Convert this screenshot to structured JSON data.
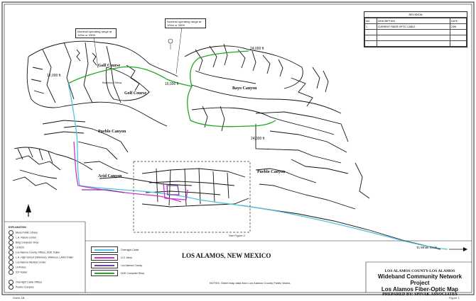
{
  "map_title": "LOS ALAMOS, NEW MEXICO",
  "areas": [
    {
      "id": "golf-course-1",
      "text": "Golf Course"
    },
    {
      "id": "golf-course-2",
      "text": "Golf Course"
    },
    {
      "id": "barranca-mesa",
      "text": "Barranca Mesa"
    },
    {
      "id": "pueblo-canyon-1",
      "text": "Pueblo Canyon"
    },
    {
      "id": "pueblo-canyon-2",
      "text": "Pueblo Canyon"
    },
    {
      "id": "acid-canyon",
      "text": "Acid Canyon"
    },
    {
      "id": "bayo-canyon",
      "text": "Bayo Canyon"
    }
  ],
  "distances": [
    {
      "id": "d1",
      "text": "12,000 ft"
    },
    {
      "id": "d2",
      "text": "15,000 ft"
    },
    {
      "id": "d3",
      "text": "24,000 ft"
    },
    {
      "id": "d4",
      "text": "24,000 ft"
    }
  ],
  "callouts": [
    {
      "id": "c1",
      "text": "Nominal operating range at 100m or 330ft"
    },
    {
      "id": "c2",
      "text": "Nominal operating range at 100m or 330ft"
    }
  ],
  "inset_label": "See Figure 2",
  "to_white_rock": "To White Rock",
  "revision": {
    "title": "REVISION",
    "headers": [
      "NO.",
      "DESCRIPTION",
      "DATE"
    ],
    "rows": [
      {
        "no": "1",
        "description": "CURRENT FIBER OPTIC CABLE",
        "date": "2/98"
      },
      {
        "no": "",
        "description": "",
        "date": ""
      },
      {
        "no": "",
        "description": "",
        "date": ""
      },
      {
        "no": "",
        "description": "",
        "date": ""
      }
    ]
  },
  "legend_left": {
    "title": "EXPLANATION",
    "items": [
      "Mesa Public Library",
      "L.A. Nature Center",
      "Bldg Computer Shop",
      "LA EDC",
      "Los Alamos County Offices, DOE Trailer",
      "L.A. High School (Wellness), Wellness, LAHS Trailer",
      "Los Alamos Medical Center",
      "LA Police",
      "ICF Kaiser",
      "",
      "Overnight Cable Offices",
      "Pueblo Complex"
    ]
  },
  "legend_lines": [
    {
      "label": "Overnight Cable",
      "color": "#4fc3e0"
    },
    {
      "label": "U.S. West",
      "color": "#cc33cc"
    },
    {
      "label": "Los Alamos County",
      "color": "#7a3aa8"
    },
    {
      "label": "DOE Computer Shop",
      "color": "#22a622"
    }
  ],
  "source_note": "NOTES: Street map data from Los Alamos County Public Works",
  "title_block": {
    "line1": "LOS ALAMOS COUNTY-LOS ALAMOS",
    "line2": "Wideband Community Network Project",
    "line3": "Los Alamos Fiber-Optic Map",
    "line4": "PREPARED BY: SPIVAK ASSOCIATES"
  },
  "footer_left": "Sheet 1B",
  "footer_right": "Figure 1",
  "colors": {
    "cyan": "#4fc3e0",
    "magenta": "#cc33cc",
    "purple": "#7a3aa8",
    "green": "#22a622"
  }
}
